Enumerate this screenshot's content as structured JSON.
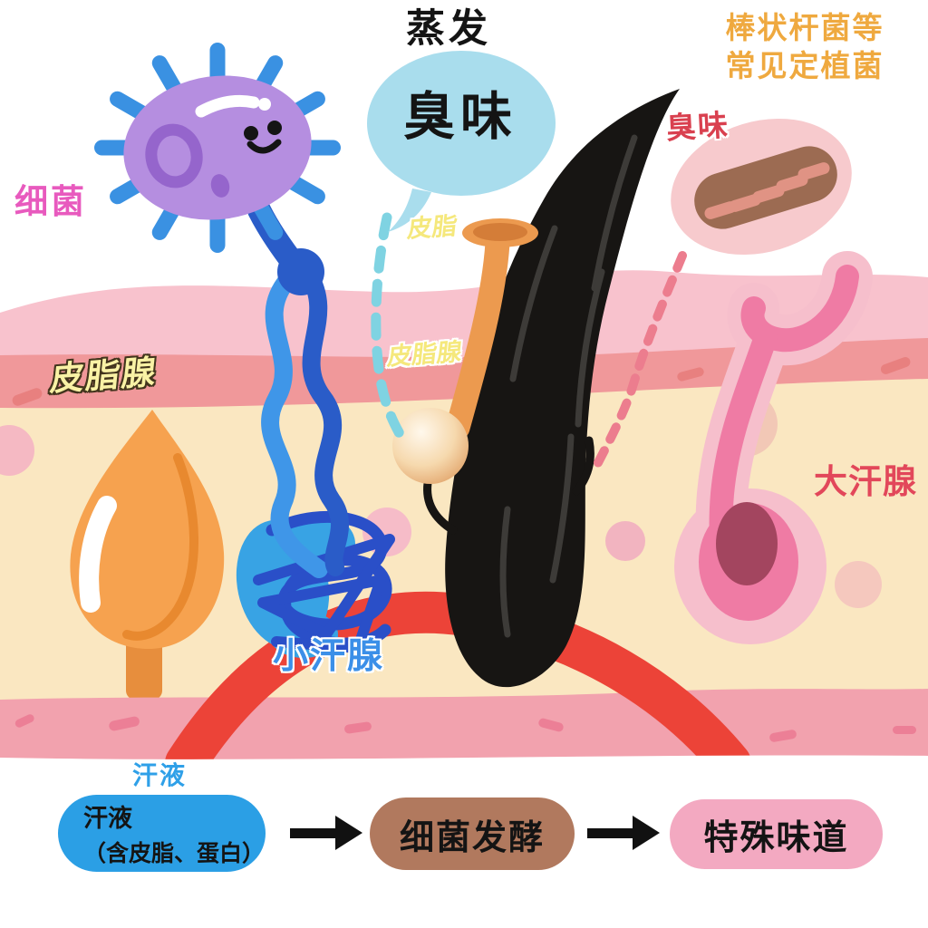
{
  "header": {
    "evaporation": "蒸发"
  },
  "speech_bubble": {
    "text": "臭味"
  },
  "annotations": {
    "colonizing_note_line1": "棒状杆菌等",
    "colonizing_note_line2": "常见定植菌",
    "odor_right": "臭味",
    "bacteria": "细菌",
    "sebum": "皮脂",
    "sebaceous_gland_center": "皮脂腺",
    "sebaceous_gland_left": "皮脂腺",
    "apocrine_gland": "大汗腺",
    "eccrine_gland": "小汗腺",
    "sweat_caption": "汗液"
  },
  "flowchart": {
    "steps": [
      {
        "title": "汗液",
        "subtitle": "（含皮脂、蛋白）",
        "color": "#2b9fe5"
      },
      {
        "title": "细菌发酵",
        "color": "#b1795e"
      },
      {
        "title": "特殊味道",
        "color": "#f3a9c1"
      }
    ],
    "arrow_color": "#111111"
  },
  "palette": {
    "bubble_blue": "#a9dded",
    "bacterium_purple": "#b58ee0",
    "spike_blue": "#3a91e2",
    "duct_blue_dark": "#2a5cc8",
    "duct_blue_light": "#3f96e8",
    "hair_black": "#171513",
    "sebum_orange": "#ec9a4f",
    "gland_orange": "#f6a24f",
    "apocrine_pink": "#ef6f9d",
    "vessel_red": "#ec4338",
    "skin_pink": "#f8c2cd",
    "skin_salmon": "#f0989a",
    "skin_cream": "#fae7c1",
    "band_pink": "#f2a2ae",
    "note_gold": "#efa93f",
    "odor_red": "#d9404f",
    "label_magenta": "#e85abe",
    "label_yellow": "#f5e87c",
    "label_blue": "#3b8fe8",
    "label_red": "#e2475a",
    "bean_brown": "#9c6b52"
  }
}
